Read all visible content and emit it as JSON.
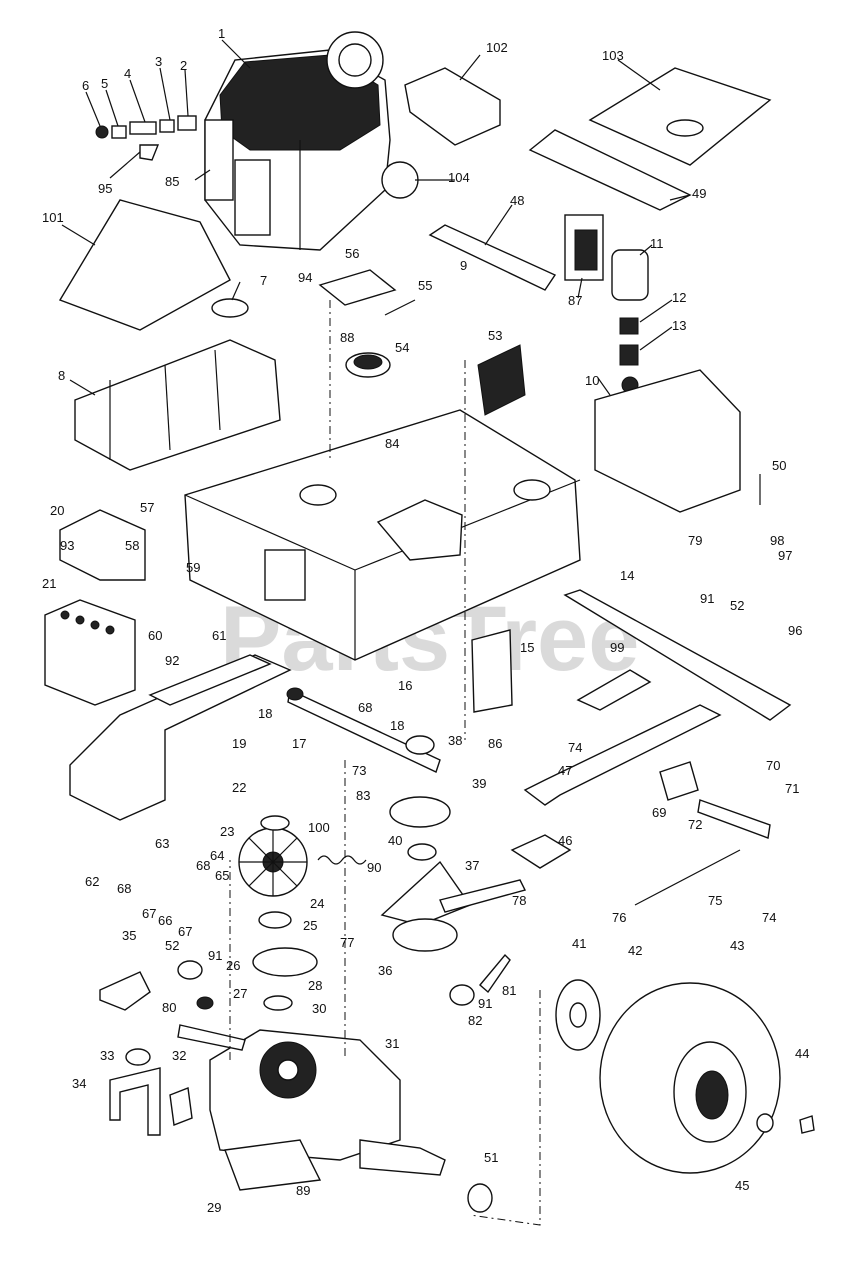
{
  "watermark": "PartsTree",
  "callouts": [
    "1",
    "2",
    "3",
    "4",
    "5",
    "6",
    "7",
    "8",
    "9",
    "10",
    "11",
    "12",
    "13",
    "14",
    "15",
    "16",
    "17",
    "18",
    "18",
    "19",
    "20",
    "21",
    "22",
    "23",
    "24",
    "25",
    "26",
    "27",
    "28",
    "29",
    "30",
    "31",
    "32",
    "33",
    "34",
    "35",
    "36",
    "37",
    "38",
    "39",
    "40",
    "41",
    "42",
    "43",
    "44",
    "45",
    "46",
    "47",
    "48",
    "49",
    "50",
    "51",
    "52",
    "52",
    "53",
    "54",
    "55",
    "56",
    "57",
    "58",
    "59",
    "60",
    "61",
    "62",
    "63",
    "64",
    "65",
    "66",
    "67",
    "67",
    "68",
    "68",
    "68",
    "69",
    "70",
    "71",
    "72",
    "73",
    "74",
    "74",
    "75",
    "76",
    "77",
    "78",
    "79",
    "80",
    "81",
    "82",
    "83",
    "84",
    "85",
    "86",
    "87",
    "88",
    "89",
    "90",
    "91",
    "91",
    "91",
    "92",
    "93",
    "94",
    "95",
    "96",
    "97",
    "98",
    "99",
    "100",
    "101",
    "102",
    "103",
    "104"
  ]
}
